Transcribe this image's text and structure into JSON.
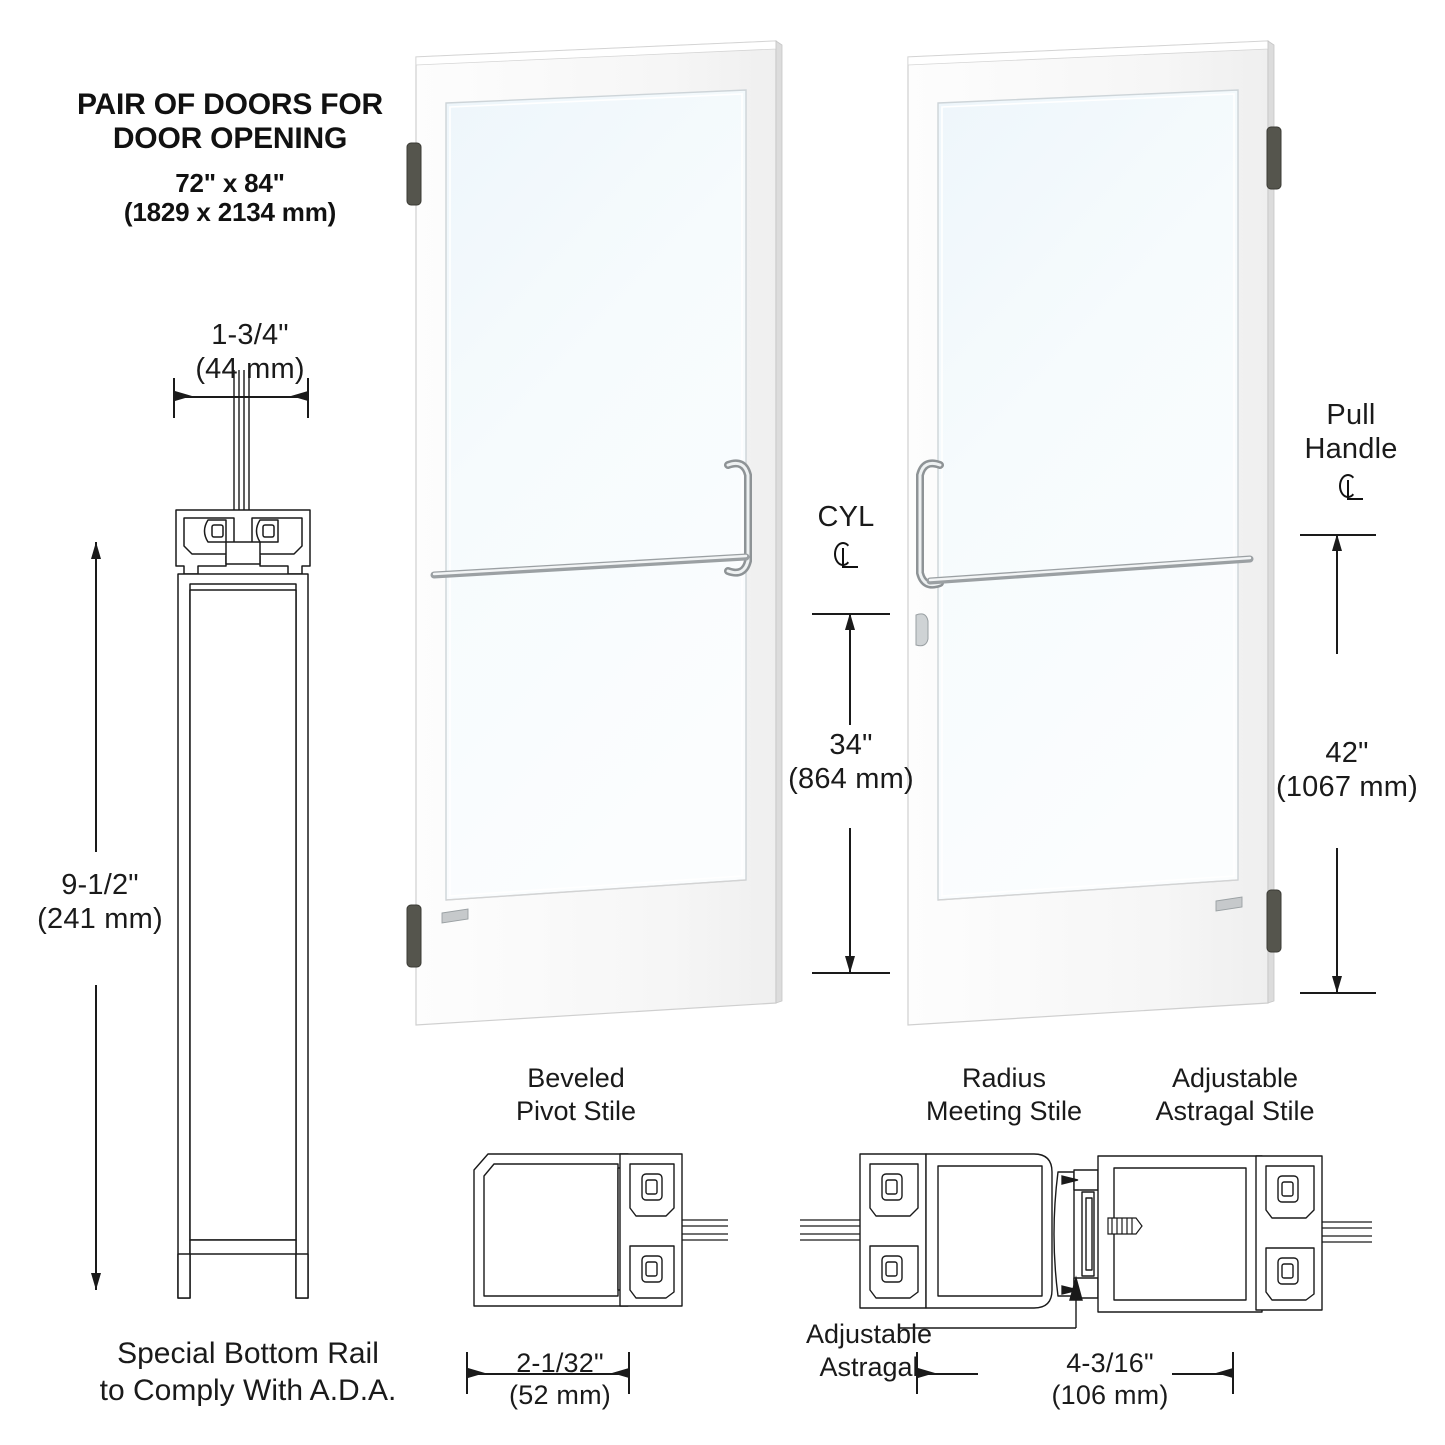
{
  "title": {
    "line1": "PAIR OF DOORS FOR",
    "line2": "DOOR OPENING",
    "line3": "72\" x 84\"",
    "line4": "(1829 x 2134 mm)"
  },
  "dimensions": {
    "thickness": {
      "imperial": "1-3/4\"",
      "metric": "(44 mm)"
    },
    "bottom_rail_height": {
      "imperial": "9-1/2\"",
      "metric": "(241 mm)"
    },
    "cyl_height": {
      "imperial": "34\"",
      "metric": "(864 mm)"
    },
    "pull_handle_height": {
      "imperial": "42\"",
      "metric": "(1067 mm)"
    },
    "pivot_stile_width": {
      "imperial": "2-1/32\"",
      "metric": "(52 mm)"
    },
    "astragal_pair_width": {
      "imperial": "4-3/16\"",
      "metric": "(106 mm)"
    }
  },
  "annotations": {
    "cyl_label": "CYL",
    "pull_handle_label_line1": "Pull",
    "pull_handle_label_line2": "Handle",
    "bottom_rail_caption_line1": "Special Bottom Rail",
    "bottom_rail_caption_line2": "to Comply With A.D.A.",
    "adjustable_astragal_line1": "Adjustable",
    "adjustable_astragal_line2": "Astragal"
  },
  "stile_sections": [
    {
      "line1": "Beveled",
      "line2": "Pivot Stile"
    },
    {
      "line1": "Radius",
      "line2": "Meeting Stile"
    },
    {
      "line1": "Adjustable",
      "line2": "Astragal Stile"
    }
  ],
  "colors": {
    "line": "#1a1a1a",
    "door_face": "#f7f7f7",
    "door_edge": "#d8d8d8",
    "glass": "#f4f9fc",
    "hinge": "#5a5a52",
    "hardware": "#c9ccce",
    "background": "#ffffff"
  }
}
